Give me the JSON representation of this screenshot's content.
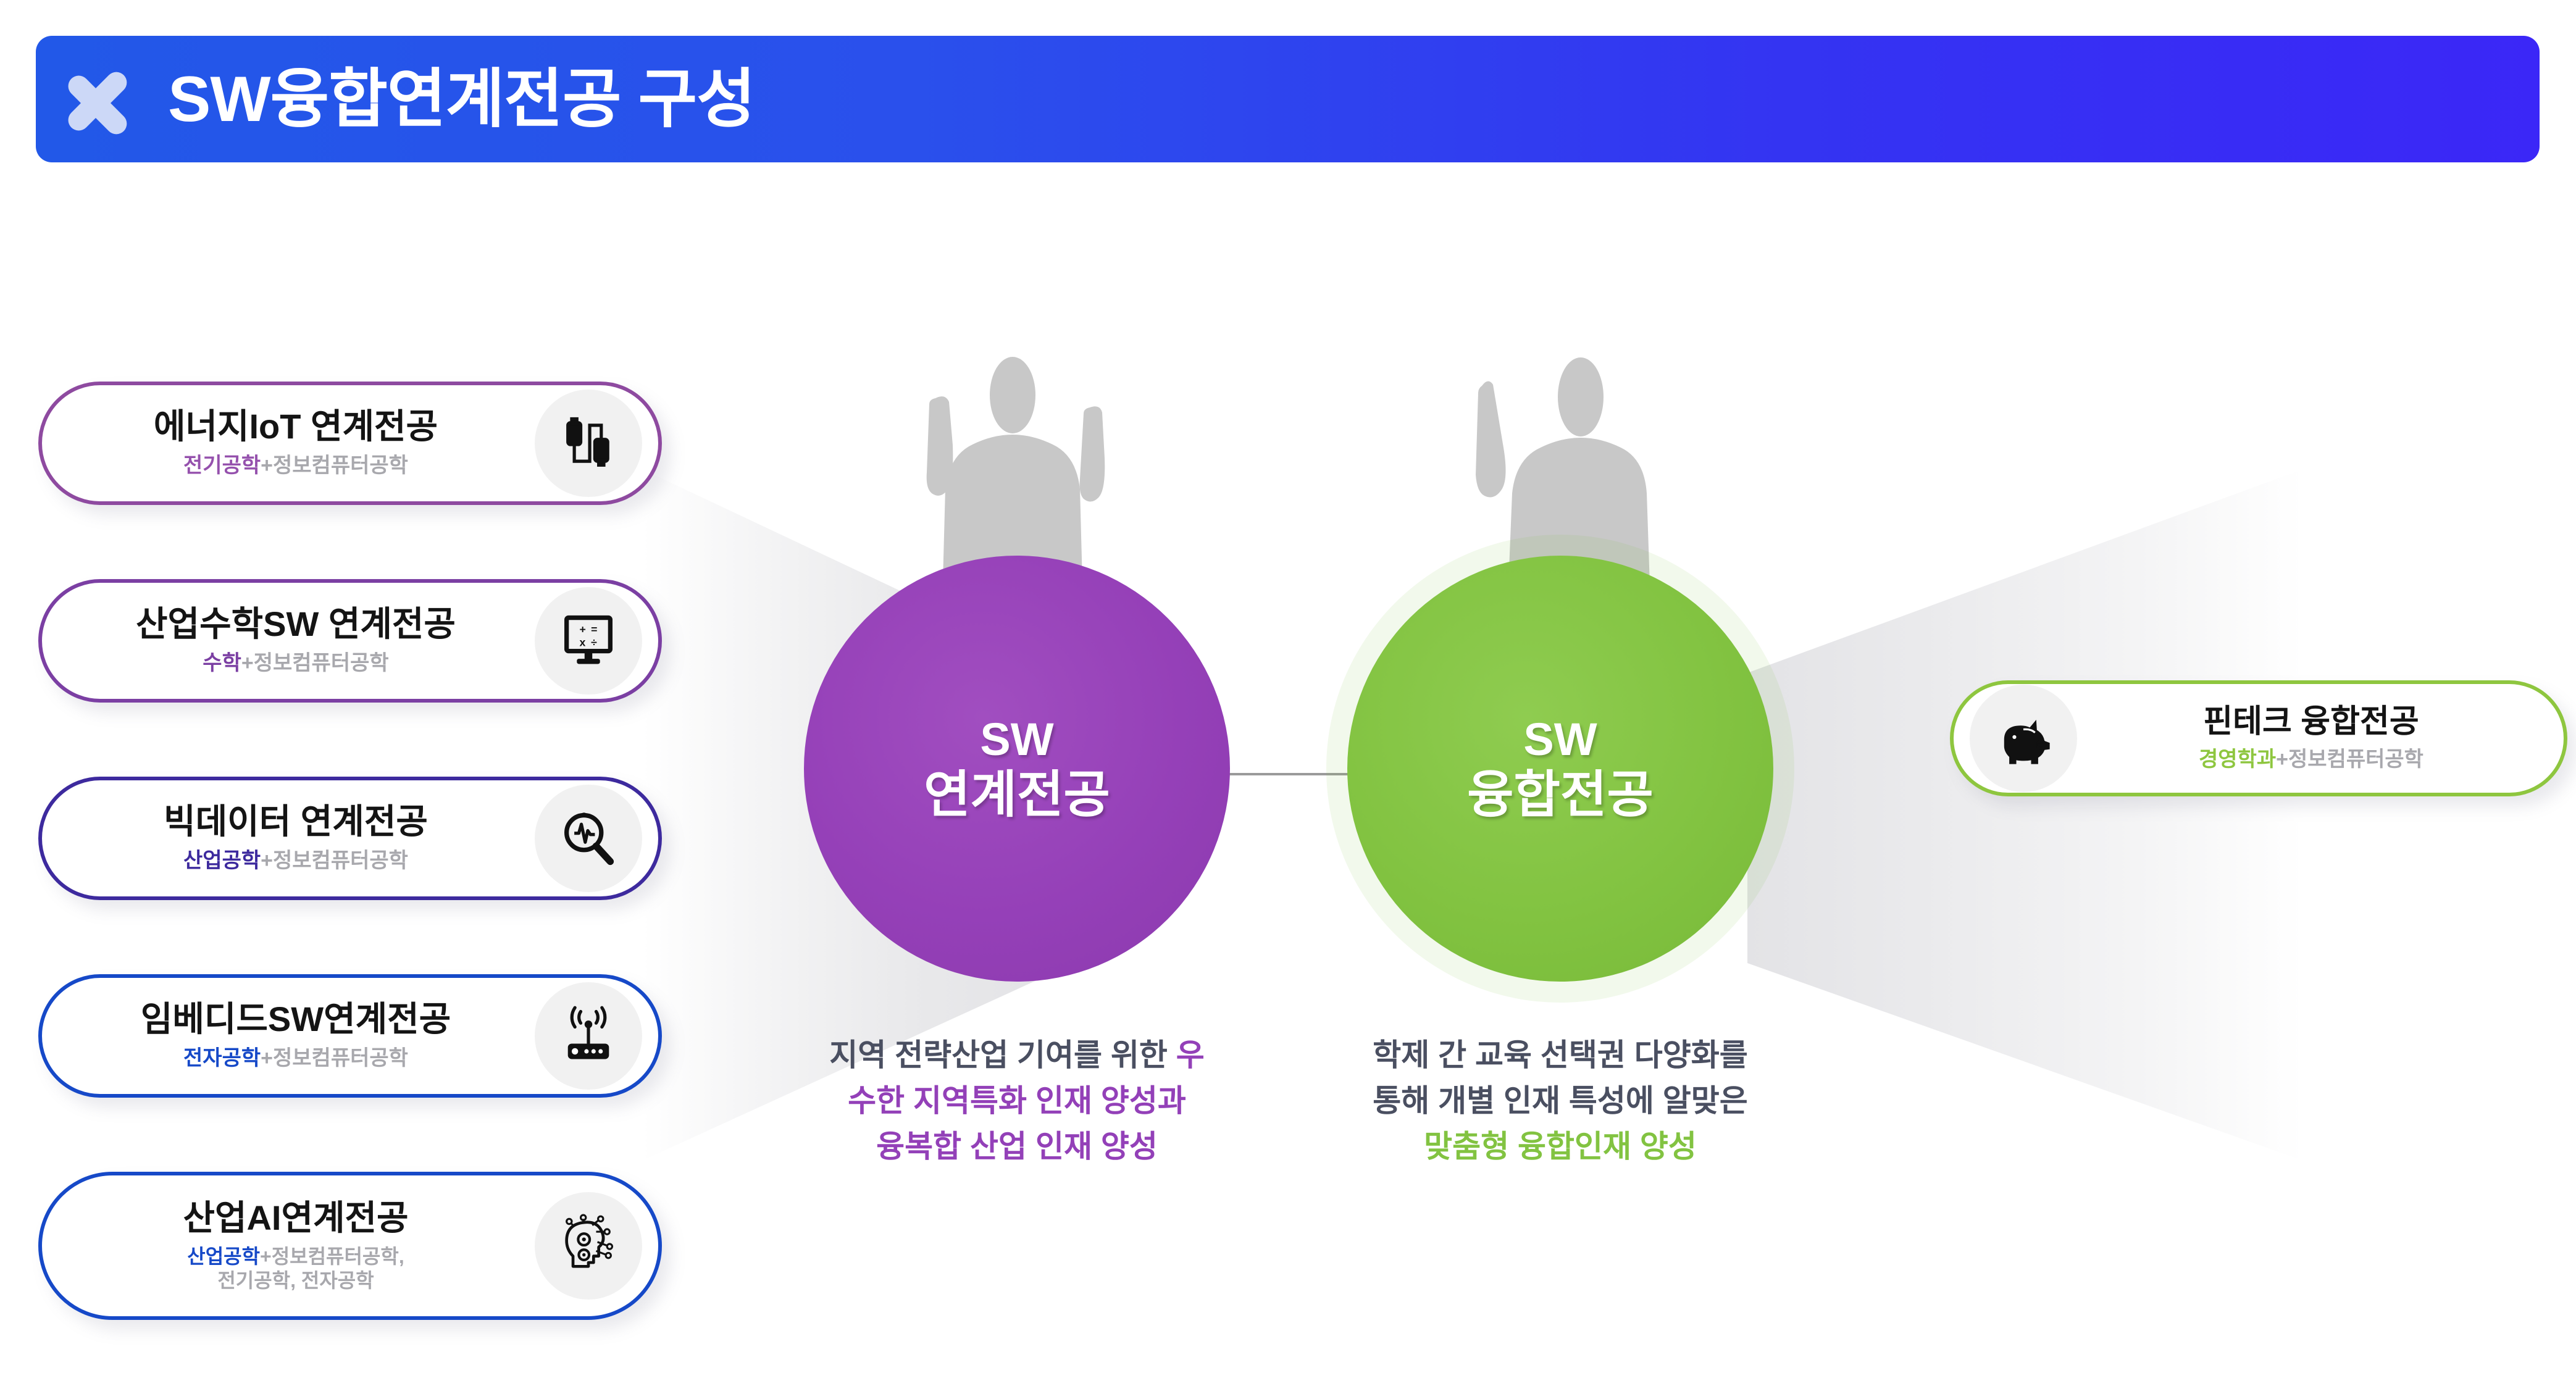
{
  "header": {
    "title": "SW융합연계전공 구성",
    "icon": "chevron-right-icon",
    "gradient_from": "#2258e8",
    "gradient_to": "#3b27f7"
  },
  "hubs": [
    {
      "id": "sw-yeongye",
      "line1": "SW",
      "line2": "연계전공",
      "color": "#9340b8",
      "description": [
        {
          "text": "지역 전략산업 기여를 위한 ",
          "style": "dark"
        },
        {
          "text": "우",
          "style": "purple"
        },
        {
          "text": "수한 지역특화 인재 양성과",
          "style": "purple"
        },
        {
          "text": "융복합 산업 인재 양성",
          "style": "purple"
        }
      ]
    },
    {
      "id": "sw-yunghap",
      "line1": "SW",
      "line2": "융합전공",
      "color": "#82c341",
      "description": [
        {
          "text": "학제 간 교육 선택권 다양화를",
          "style": "dark"
        },
        {
          "text": "통해 개별 인재 특성에 알맞은",
          "style": "dark"
        },
        {
          "text": "맞춤형 융합인재 양성",
          "style": "green"
        }
      ]
    }
  ],
  "left_majors": [
    {
      "id": "energy-iot",
      "title": "에너지IoT 연계전공",
      "sub_primary": "전기공학",
      "sub_plus": "+",
      "sub_secondary": "정보컴퓨터공학",
      "icon": "usb-cable-icon",
      "accent": "#8e4aa0"
    },
    {
      "id": "industrial-math",
      "title": "산업수학SW 연계전공",
      "sub_primary": "수학",
      "sub_plus": "+",
      "sub_secondary": "정보컴퓨터공학",
      "icon": "monitor-math-icon",
      "accent": "#7b3fa3"
    },
    {
      "id": "bigdata",
      "title": "빅데이터 연계전공",
      "sub_primary": "산업공학",
      "sub_plus": "+",
      "sub_secondary": "정보컴퓨터공학",
      "icon": "magnifier-pulse-icon",
      "accent": "#3d2a9e"
    },
    {
      "id": "embedded-sw",
      "title": "임베디드SW연계전공",
      "sub_primary": "전자공학",
      "sub_plus": "+",
      "sub_secondary": "정보컴퓨터공학",
      "icon": "wireless-router-icon",
      "accent": "#1649c8"
    },
    {
      "id": "industrial-ai",
      "title": "산업AI연계전공",
      "sub_primary": "산업공학",
      "sub_plus": "+",
      "sub_secondary": "정보컴퓨터공학,",
      "sub_secondary_line2": "전기공학, 전자공학",
      "icon": "ai-head-gear-icon",
      "accent": "#1649c8"
    }
  ],
  "right_majors": [
    {
      "id": "fintech",
      "title": "핀테크 융합전공",
      "sub_primary": "경영학과",
      "sub_plus": "+",
      "sub_secondary": "정보컴퓨터공학",
      "icon": "piggy-bank-icon",
      "accent": "#8ec63f"
    }
  ],
  "decor": {
    "silhouette_left": "person-raising-hands-silhouette",
    "silhouette_right": "person-pointing-silhouette",
    "funnel_left": "converging-funnel-left",
    "funnel_right": "diverging-funnel-right",
    "connector": "hub-connector-line"
  }
}
